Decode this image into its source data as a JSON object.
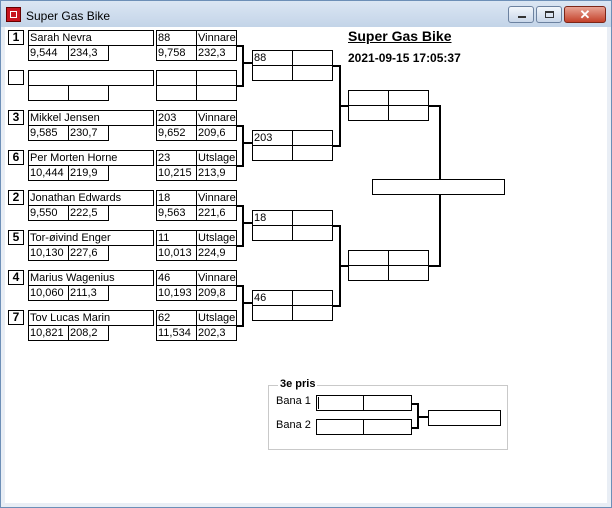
{
  "window": {
    "title": "Super Gas Bike",
    "minimize_icon": "minimize-icon",
    "maximize_icon": "maximize-icon",
    "close_label": "✕"
  },
  "header": {
    "title": "Super Gas Bike",
    "datetime": "2021-09-15 17:05:37"
  },
  "round1": {
    "heats": [
      {
        "racers": [
          {
            "seed": "1",
            "name": "Sarah Nevra",
            "rt": "9,544",
            "speed": "234,3"
          },
          {
            "seed": "",
            "name": "",
            "rt": "",
            "speed": ""
          }
        ],
        "results": [
          {
            "num": "88",
            "status": "Vinnare",
            "et": "9,758",
            "speed": "232,3"
          },
          {
            "num": "",
            "status": "",
            "et": "",
            "speed": ""
          }
        ]
      },
      {
        "racers": [
          {
            "seed": "3",
            "name": "Mikkel Jensen",
            "rt": "9,585",
            "speed": "230,7"
          },
          {
            "seed": "6",
            "name": "Per Morten  Horne",
            "rt": "10,444",
            "speed": "219,9"
          }
        ],
        "results": [
          {
            "num": "203",
            "status": "Vinnare",
            "et": "9,652",
            "speed": "209,6"
          },
          {
            "num": "23",
            "status": "Utslagen",
            "et": "10,215",
            "speed": "213,9"
          }
        ]
      },
      {
        "racers": [
          {
            "seed": "2",
            "name": "Jonathan  Edwards",
            "rt": "9,550",
            "speed": "222,5"
          },
          {
            "seed": "5",
            "name": "Tor-øivind Enger",
            "rt": "10,130",
            "speed": "227,6"
          }
        ],
        "results": [
          {
            "num": "18",
            "status": "Vinnare",
            "et": "9,563",
            "speed": "221,6"
          },
          {
            "num": "11",
            "status": "Utslagen",
            "et": "10,013",
            "speed": "224,9"
          }
        ]
      },
      {
        "racers": [
          {
            "seed": "4",
            "name": "Marius Wagenius",
            "rt": "10,060",
            "speed": "211,3"
          },
          {
            "seed": "7",
            "name": "Tov Lucas Marin",
            "rt": "10,821",
            "speed": "208,2"
          }
        ],
        "results": [
          {
            "num": "46",
            "status": "Vinnare",
            "et": "10,193",
            "speed": "209,8"
          },
          {
            "num": "62",
            "status": "Utslagen",
            "et": "11,534",
            "speed": "202,3"
          }
        ]
      }
    ]
  },
  "round2": [
    {
      "num": "88"
    },
    {
      "num": "203"
    },
    {
      "num": "18"
    },
    {
      "num": "46"
    }
  ],
  "third_place": {
    "legend": "3e pris",
    "lane1": "Bana 1",
    "lane2": "Bana 2"
  }
}
